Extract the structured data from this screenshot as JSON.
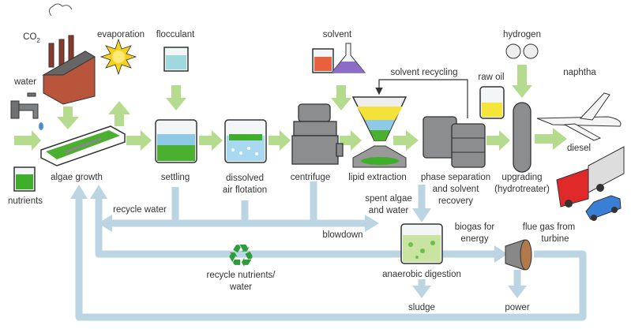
{
  "inputs": {
    "co2": "CO",
    "co2_sub": "2",
    "evaporation": "evaporation",
    "flocculant": "flocculant",
    "water": "water",
    "nutrients": "nutrients",
    "solvent": "solvent",
    "hydrogen": "hydrogen",
    "raw_oil": "raw oil"
  },
  "steps": {
    "algae_growth": "algae growth",
    "settling": "settling",
    "dissolved_air_flotation": [
      "dissolved",
      "air flotation"
    ],
    "centrifuge": "centrifuge",
    "lipid_extraction": "lipid extraction",
    "phase_separation": [
      "phase separation",
      "and solvent",
      "recovery"
    ],
    "upgrading": [
      "upgrading",
      "(hydrotreater)"
    ],
    "anaerobic_digestion": "anaerobic digestion"
  },
  "outputs": {
    "naphtha": "naphtha",
    "diesel": "diesel",
    "sludge": "sludge",
    "power": "power"
  },
  "flows": {
    "solvent_recycling": "solvent recycling",
    "recycle_water": "recycle water",
    "blowdown": "blowdown",
    "spent_algae": [
      "spent algae",
      "and water"
    ],
    "biogas": [
      "biogas for",
      "energy"
    ],
    "flue_gas": [
      "flue gas from",
      "turbine"
    ],
    "recycle_nutrients": [
      "recycle nutrients/",
      "water"
    ]
  },
  "colors": {
    "process_arrow": "#b5dc8e",
    "recycle_pipe": "#bcd5e2",
    "algae": "#3fae2a",
    "factory": "#b8553a"
  }
}
